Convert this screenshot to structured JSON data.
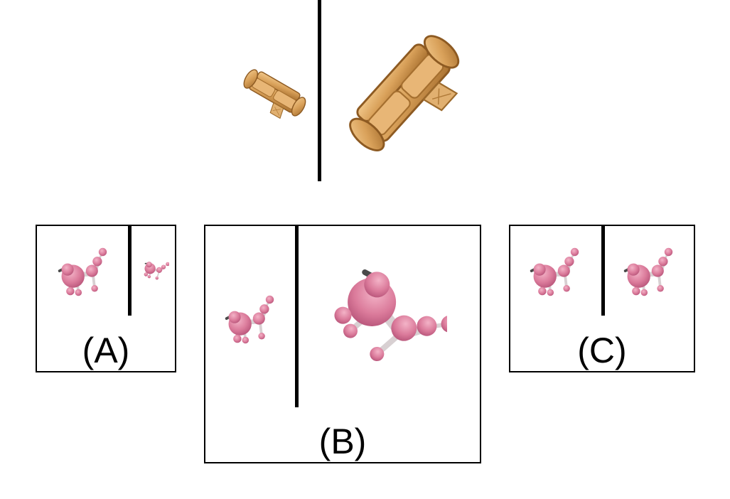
{
  "example": {
    "left_object": "sofa",
    "right_object": "sofa"
  },
  "options": [
    {
      "label": "(A)",
      "left_object": "poodle",
      "right_object": "poodle"
    },
    {
      "label": "(B)",
      "left_object": "poodle",
      "right_object": "poodle"
    },
    {
      "label": "(C)",
      "left_object": "poodle",
      "right_object": "poodle"
    }
  ],
  "colors": {
    "line": "#000000",
    "sofa": "#c98a3c",
    "poodle": "#d97a9a"
  }
}
